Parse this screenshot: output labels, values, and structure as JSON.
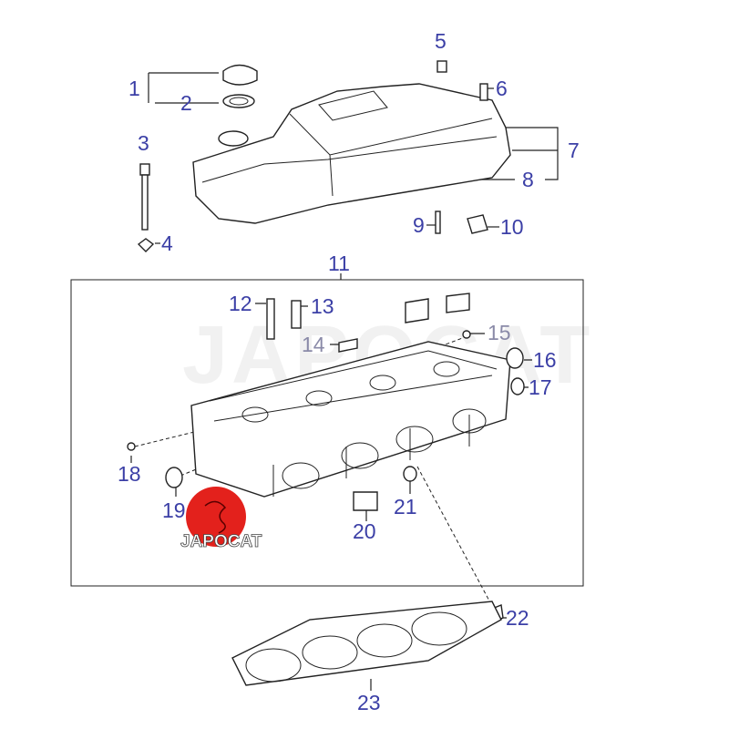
{
  "labels": {
    "p1": "1",
    "p2": "2",
    "p3": "3",
    "p4": "4",
    "p5": "5",
    "p6": "6",
    "p7": "7",
    "p8": "8",
    "p9": "9",
    "p10": "10",
    "p11": "11",
    "p12": "12",
    "p13": "13",
    "p14": "14",
    "p15": "15",
    "p16": "16",
    "p17": "17",
    "p18": "18",
    "p19": "19",
    "p20": "20",
    "p21": "21",
    "p22": "22",
    "p23": "23"
  },
  "watermark": "JAPOCAT",
  "logo": {
    "text": "JAPOCAT",
    "color": "#e3211c"
  },
  "colors": {
    "label": "#3b3fa6"
  }
}
